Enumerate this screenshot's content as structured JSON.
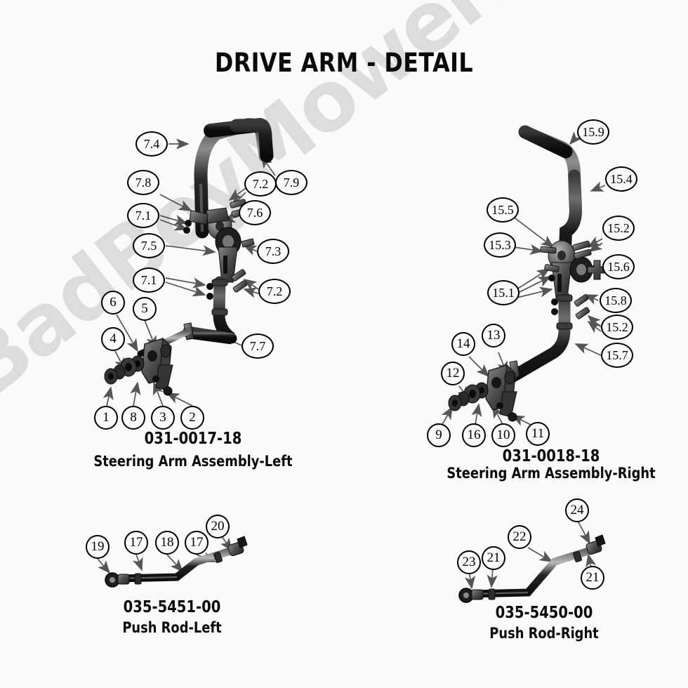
{
  "page": {
    "title": "DRIVE ARM - DETAIL",
    "watermark": "BadBoyMowerParts.com",
    "background_color": "#fafafa",
    "ink_color": "#0a0a0a",
    "watermark_color": "#dcdcdc"
  },
  "groups": [
    {
      "id": "steering-arm-left",
      "part_number": "031-0017-18",
      "name": "Steering Arm Assembly-Left",
      "callouts": [
        "7.4",
        "7.8",
        "7.1",
        "7.2",
        "7.9",
        "7.6",
        "7.5",
        "7.3",
        "7.1",
        "7.2",
        "6",
        "5",
        "4",
        "7.7",
        "1",
        "8",
        "3",
        "2"
      ]
    },
    {
      "id": "steering-arm-right",
      "part_number": "031-0018-18",
      "name": "Steering Arm Assembly-Right",
      "callouts": [
        "15.9",
        "15.4",
        "15.5",
        "15.3",
        "15.2",
        "15.6",
        "15.1",
        "15.8",
        "15.2",
        "15.7",
        "14",
        "13",
        "12",
        "9",
        "16",
        "10",
        "11"
      ]
    },
    {
      "id": "push-rod-left",
      "part_number": "035-5451-00",
      "name": "Push Rod-Left",
      "callouts": [
        "19",
        "17",
        "18",
        "17",
        "20"
      ]
    },
    {
      "id": "push-rod-right",
      "part_number": "035-5450-00",
      "name": "Push Rod-Right",
      "callouts": [
        "23",
        "21",
        "22",
        "24",
        "21"
      ]
    }
  ],
  "balloons": {
    "left_assembly": {
      "b_74": "7.4",
      "b_78": "7.8",
      "b_71a": "7.1",
      "b_72a": "7.2",
      "b_79": "7.9",
      "b_76": "7.6",
      "b_75": "7.5",
      "b_73": "7.3",
      "b_71b": "7.1",
      "b_72b": "7.2",
      "b_6": "6",
      "b_5": "5",
      "b_4": "4",
      "b_77": "7.7",
      "b_1": "1",
      "b_8": "8",
      "b_3": "3",
      "b_2": "2"
    },
    "right_assembly": {
      "b_159": "15.9",
      "b_154": "15.4",
      "b_155": "15.5",
      "b_153": "15.3",
      "b_152a": "15.2",
      "b_156": "15.6",
      "b_151": "15.1",
      "b_158": "15.8",
      "b_152b": "15.2",
      "b_157": "15.7",
      "b_14": "14",
      "b_13": "13",
      "b_12": "12",
      "b_9": "9",
      "b_16": "16",
      "b_10": "10",
      "b_11": "11"
    },
    "push_rod_left": {
      "b_19": "19",
      "b_17a": "17",
      "b_18": "18",
      "b_17b": "17",
      "b_20": "20"
    },
    "push_rod_right": {
      "b_23": "23",
      "b_21a": "21",
      "b_22": "22",
      "b_24": "24",
      "b_21b": "21"
    }
  },
  "captions": {
    "left_pn": "031-0017-18",
    "left_nm": "Steering Arm Assembly-Left",
    "right_pn": "031-0018-18",
    "right_nm": "Steering Arm Assembly-Right",
    "prl_pn": "035-5451-00",
    "prl_nm": "Push Rod-Left",
    "prr_pn": "035-5450-00",
    "prr_nm": "Push Rod-Right"
  }
}
